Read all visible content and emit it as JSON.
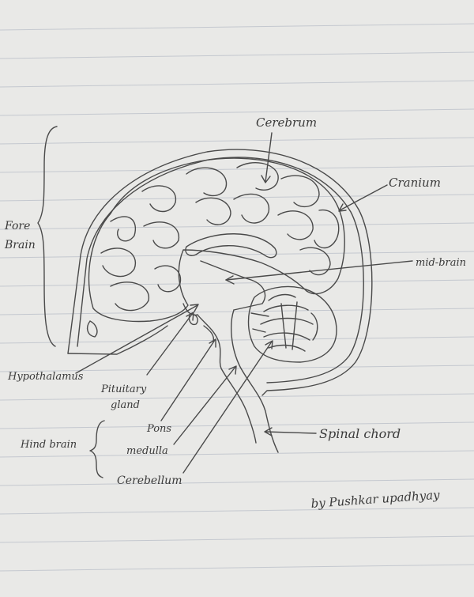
{
  "colors": {
    "paper": "#e9e9e7",
    "rule_line": "#c4c8cf",
    "pencil": "#4a4a4a",
    "label": "#3a3a3a"
  },
  "labels": {
    "cerebrum": "Cerebrum",
    "cranium": "Cranium",
    "fore_brain_line1": "Fore",
    "fore_brain_line2": "Brain",
    "mid_brain": "mid-brain",
    "hypothalamus": "Hypothalamus",
    "pituitary_line1": "Pituitary",
    "pituitary_line2": "gland",
    "hind_brain": "Hind brain",
    "pons": "Pons",
    "medulla": "medulla",
    "cerebellum": "Cerebellum",
    "spinal_chord": "Spinal chord",
    "signature": "by Pushkar upadhyay"
  }
}
